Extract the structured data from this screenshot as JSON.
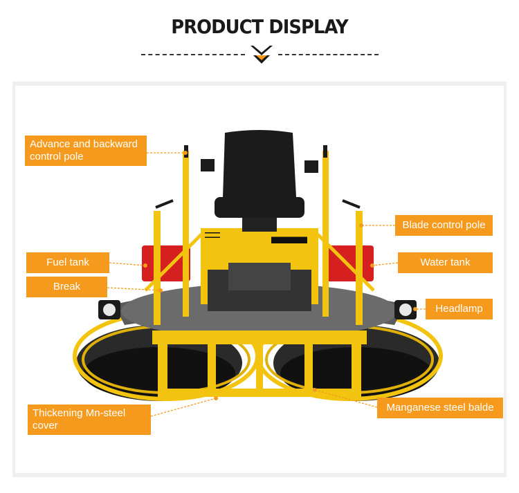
{
  "header": {
    "title": "PRODUCT DISPLAY"
  },
  "labels": {
    "advance": "Advance and backward control pole",
    "blade_pole": "Blade control pole",
    "fuel": "Fuel tank",
    "water": "Water tank",
    "break": "Break",
    "headlamp": "Headlamp",
    "thickening": "Thickening Mn-steel cover",
    "manganese": "Manganese steel balde"
  },
  "colors": {
    "accent": "#f59a1c",
    "machine_yellow": "#f2c40f",
    "tank_red": "#d62020",
    "seat_black": "#1b1b1b"
  }
}
